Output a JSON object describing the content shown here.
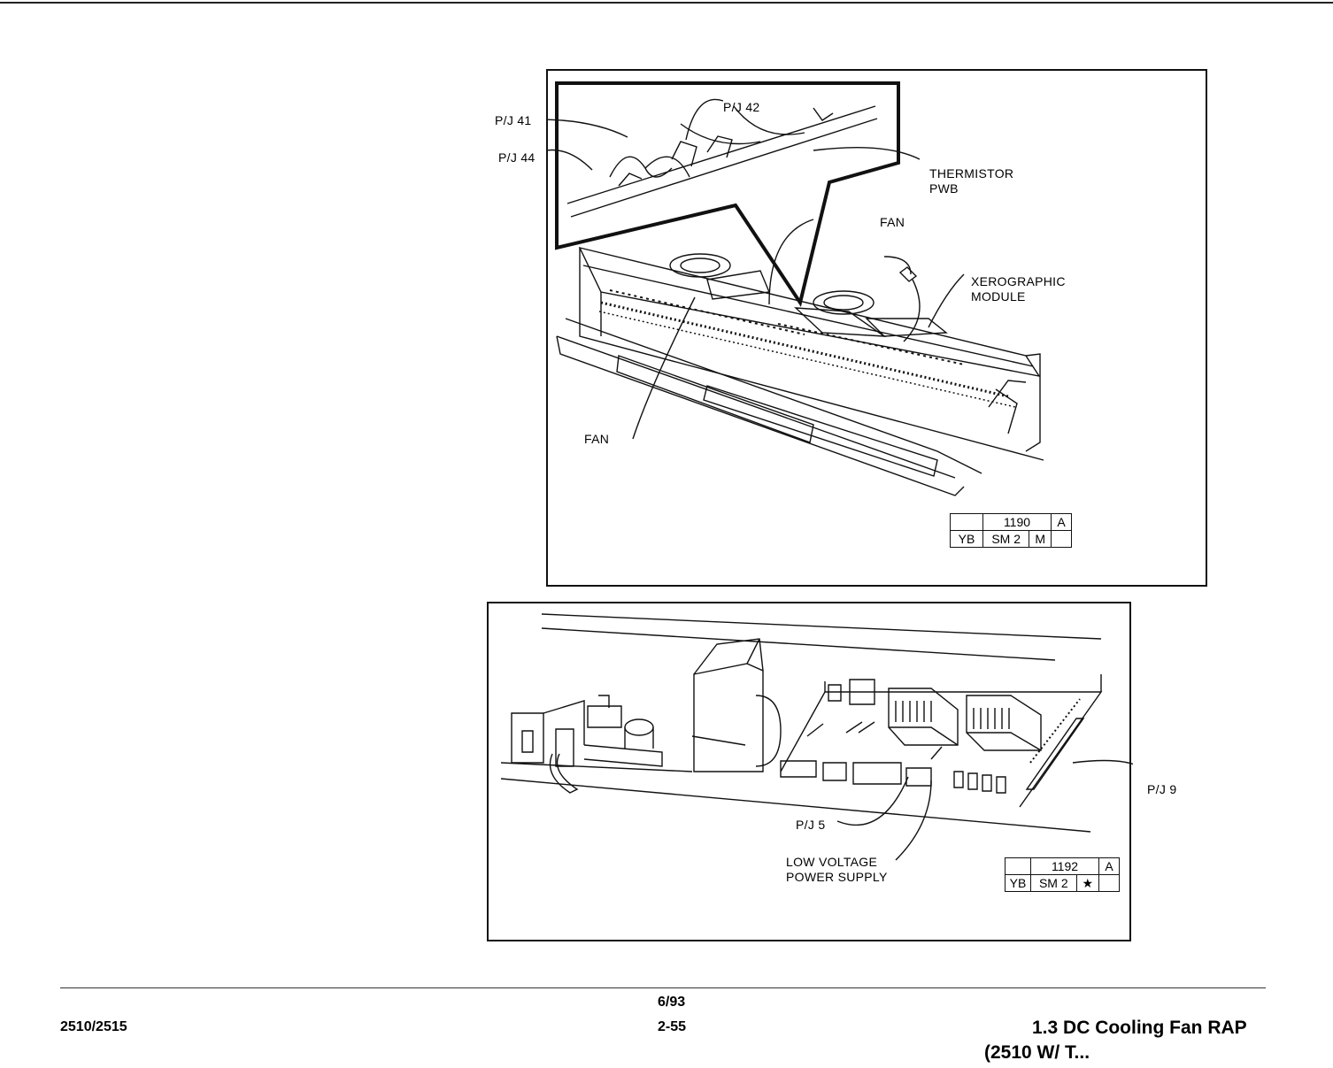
{
  "figure_top": {
    "labels": {
      "pj41": "P/J 41",
      "pj44": "P/J 44",
      "pj42": "P/J 42",
      "thermistor_pwb": "THERMISTOR\nPWB",
      "fan_right": "FAN",
      "xerographic_module": "XEROGRAPHIC\nMODULE",
      "fan_left": "FAN"
    },
    "tag": {
      "number": "1190",
      "rev": "A",
      "code1": "YB",
      "code2": "SM 2",
      "code3": "M"
    }
  },
  "figure_bottom": {
    "labels": {
      "pj9": "P/J 9",
      "pj5": "P/J 5",
      "lvps": "LOW VOLTAGE\nPOWER SUPPLY"
    },
    "tag": {
      "number": "1192",
      "rev": "A",
      "code1": "YB",
      "code2": "SM 2",
      "code3": "★"
    }
  },
  "footer": {
    "model": "2510/2515",
    "date": "6/93",
    "page": "2-55",
    "title": "1.3 DC Cooling Fan RAP",
    "subtitle": "(2510 W/ T..."
  }
}
